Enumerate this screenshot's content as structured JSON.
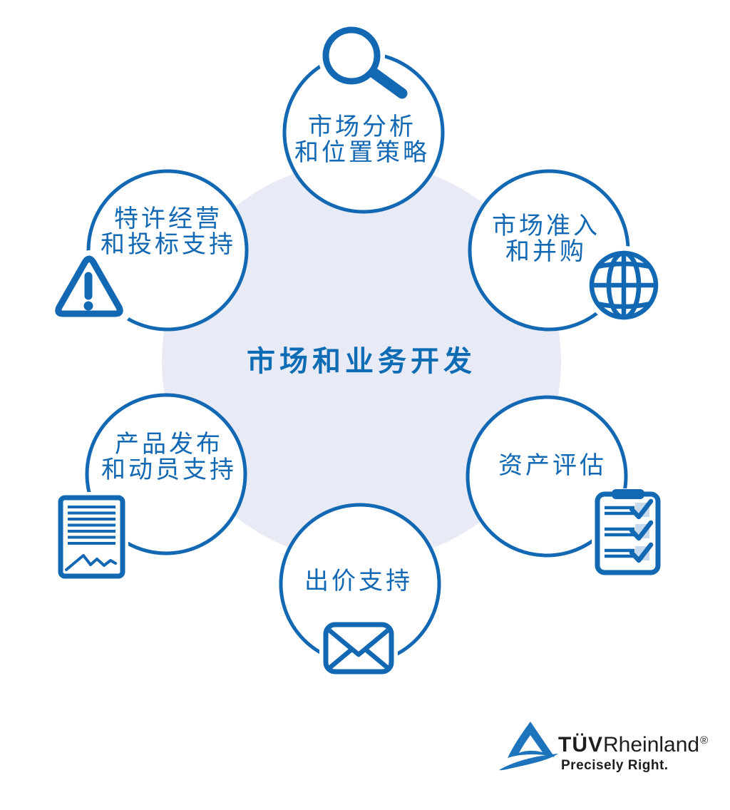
{
  "diagram": {
    "center_label": "市场和业务开发",
    "nodes": [
      {
        "position": "top",
        "icon": "magnifier-icon",
        "lines": [
          "市场分析",
          "和位置策略"
        ]
      },
      {
        "position": "top-right",
        "icon": "globe-icon",
        "lines": [
          "市场准入",
          "和并购"
        ]
      },
      {
        "position": "bottom-right",
        "icon": "checklist-icon",
        "lines": [
          "资产评估"
        ]
      },
      {
        "position": "bottom",
        "icon": "envelope-icon",
        "lines": [
          "出价支持"
        ]
      },
      {
        "position": "bottom-left",
        "icon": "document-icon",
        "lines": [
          "产品发布",
          "和动员支持"
        ]
      },
      {
        "position": "top-left",
        "icon": "warning-icon",
        "lines": [
          "特许经营",
          "和投标支持"
        ]
      }
    ],
    "colors": {
      "accent_blue": "#1268b3",
      "center_circle_fill": "#e8ebf6",
      "checkbox_fill": "#c7d9ec"
    }
  },
  "logo": {
    "brand_bold": "TÜV",
    "brand_regular": "Rheinland",
    "registered_mark": "®",
    "tagline": "Precisely Right.",
    "mark_color": "#1e74bc",
    "text_color": "#1d1d1b"
  }
}
